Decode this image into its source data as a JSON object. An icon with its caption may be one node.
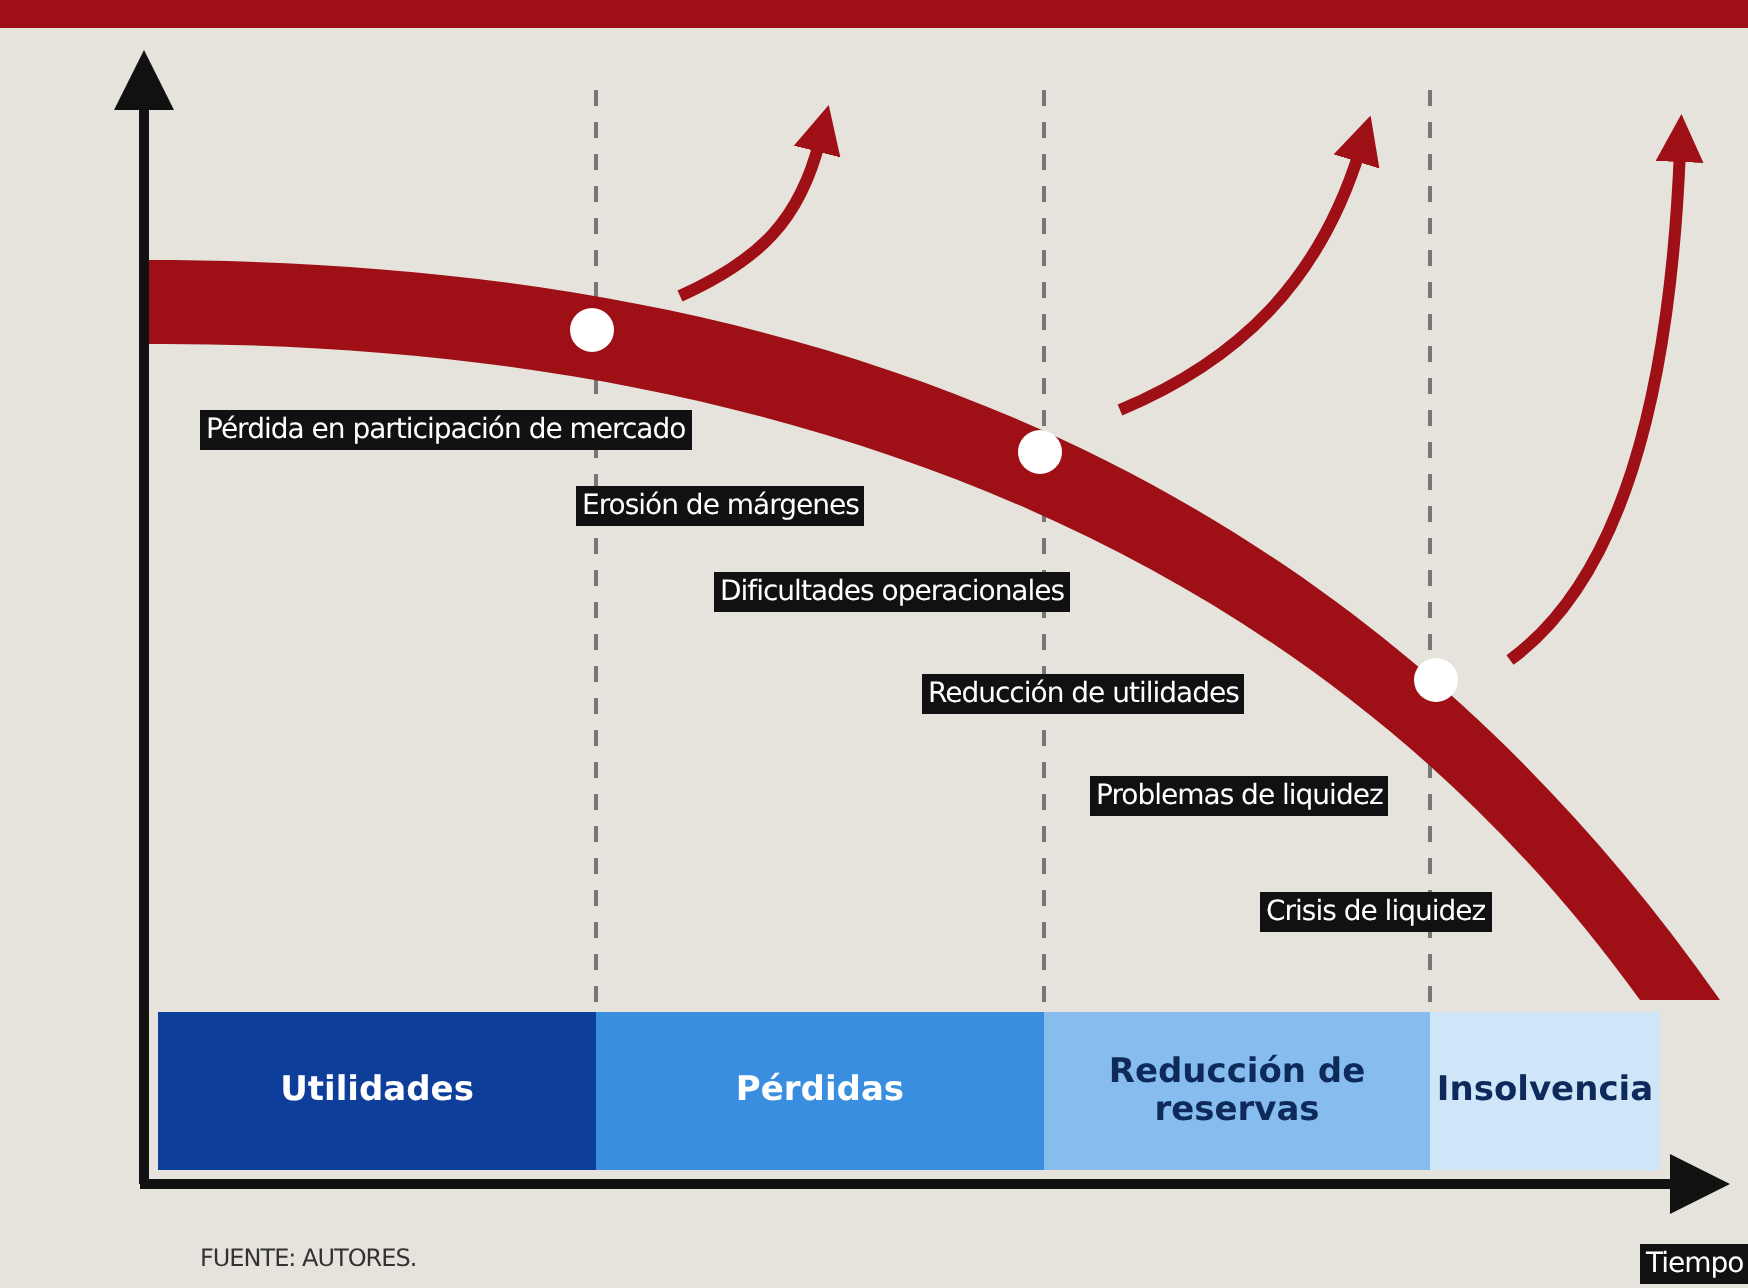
{
  "diagram": {
    "nodes": [
      {
        "text": [
          "Utilidades"
        ]
      },
      {
        "text": [
          "Pérdidas"
        ]
      },
      {
        "text": [
          "Reducción de reservas"
        ]
      },
      {
        "text": [
          "Insolvencia"
        ]
      }
    ],
    "labels": [
      "Pérdida en participación de mercado",
      "Erosión de márgenes",
      "Dificultades operacionales",
      "Reducción de utilidades",
      "Problemas de liquidez",
      "Crisis de liquidez",
      "Tiempo",
      "FUENTE: AUTORES."
    ]
  }
}
